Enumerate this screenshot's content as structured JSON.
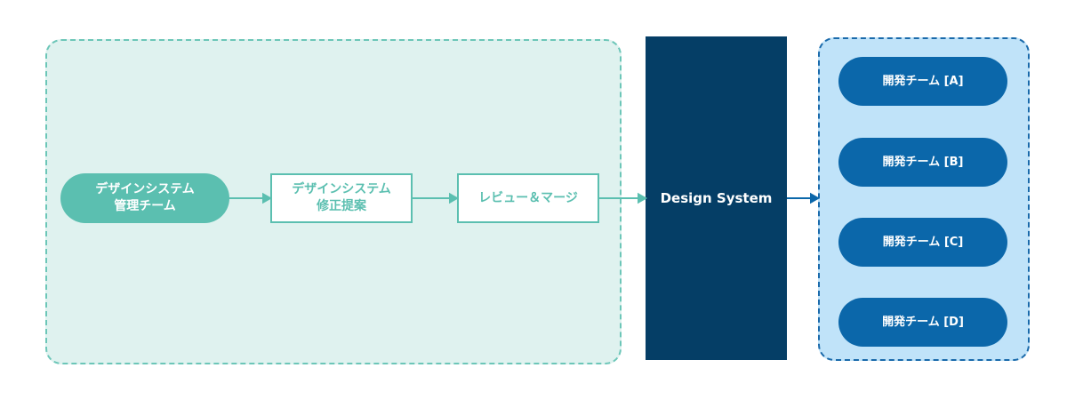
{
  "left_group": {
    "start": {
      "line1": "デザインシステム",
      "line2": "管理チーム"
    },
    "step1": {
      "line1": "デザインシステム",
      "line2": "修正提案"
    },
    "step2": {
      "label": "レビュー＆マージ"
    }
  },
  "design_system": {
    "label": "Design System"
  },
  "teams": [
    "開発チーム [A]",
    "開発チーム [B]",
    "開発チーム [C]",
    "開発チーム [D]"
  ],
  "colors": {
    "teal": "#5bbfb0",
    "navy": "#053e66",
    "blue": "#0b67aa",
    "light_blue": "#c0e3f9",
    "light_teal": "#dff2ef"
  }
}
